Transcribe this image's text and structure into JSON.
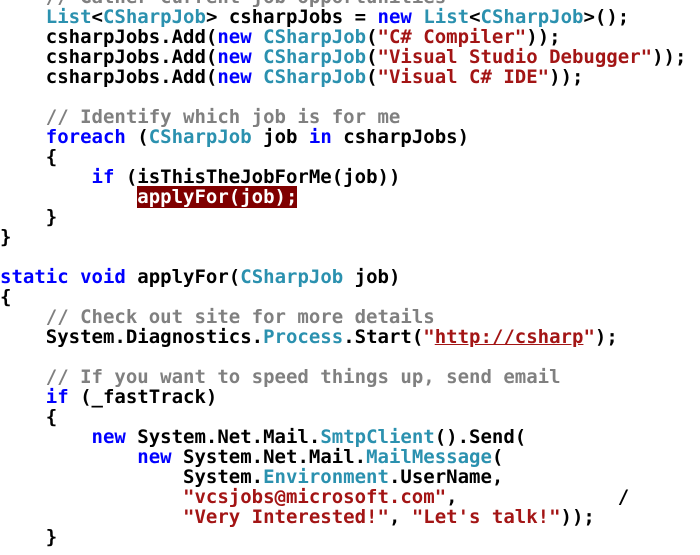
{
  "editor": {
    "lines": [
      [
        {
          "t": "    ",
          "k": "plain"
        },
        {
          "t": "// Gather current job opportunities",
          "k": "cmt"
        }
      ],
      [
        {
          "t": "    ",
          "k": "plain"
        },
        {
          "t": "List",
          "k": "type"
        },
        {
          "t": "<",
          "k": "plain"
        },
        {
          "t": "CSharpJob",
          "k": "type"
        },
        {
          "t": "> csharpJobs = ",
          "k": "plain"
        },
        {
          "t": "new",
          "k": "kw"
        },
        {
          "t": " ",
          "k": "plain"
        },
        {
          "t": "List",
          "k": "type"
        },
        {
          "t": "<",
          "k": "plain"
        },
        {
          "t": "CSharpJob",
          "k": "type"
        },
        {
          "t": ">();",
          "k": "plain"
        }
      ],
      [
        {
          "t": "    csharpJobs.Add(",
          "k": "plain"
        },
        {
          "t": "new",
          "k": "kw"
        },
        {
          "t": " ",
          "k": "plain"
        },
        {
          "t": "CSharpJob",
          "k": "type"
        },
        {
          "t": "(",
          "k": "plain"
        },
        {
          "t": "\"C# Compiler\"",
          "k": "str"
        },
        {
          "t": "));",
          "k": "plain"
        }
      ],
      [
        {
          "t": "    csharpJobs.Add(",
          "k": "plain"
        },
        {
          "t": "new",
          "k": "kw"
        },
        {
          "t": " ",
          "k": "plain"
        },
        {
          "t": "CSharpJob",
          "k": "type"
        },
        {
          "t": "(",
          "k": "plain"
        },
        {
          "t": "\"Visual Studio Debugger\"",
          "k": "str"
        },
        {
          "t": "));",
          "k": "plain"
        }
      ],
      [
        {
          "t": "    csharpJobs.Add(",
          "k": "plain"
        },
        {
          "t": "new",
          "k": "kw"
        },
        {
          "t": " ",
          "k": "plain"
        },
        {
          "t": "CSharpJob",
          "k": "type"
        },
        {
          "t": "(",
          "k": "plain"
        },
        {
          "t": "\"Visual C# IDE\"",
          "k": "str"
        },
        {
          "t": "));",
          "k": "plain"
        }
      ],
      [],
      [
        {
          "t": "    ",
          "k": "plain"
        },
        {
          "t": "// Identify which job is for me",
          "k": "cmt"
        }
      ],
      [
        {
          "t": "    ",
          "k": "plain"
        },
        {
          "t": "foreach",
          "k": "kw"
        },
        {
          "t": " (",
          "k": "plain"
        },
        {
          "t": "CSharpJob",
          "k": "type"
        },
        {
          "t": " job ",
          "k": "plain"
        },
        {
          "t": "in",
          "k": "kw"
        },
        {
          "t": " csharpJobs)",
          "k": "plain"
        }
      ],
      [
        {
          "t": "    {",
          "k": "plain"
        }
      ],
      [
        {
          "t": "        ",
          "k": "plain"
        },
        {
          "t": "if",
          "k": "kw"
        },
        {
          "t": " (isThisTheJobForMe(job))",
          "k": "plain"
        }
      ],
      [
        {
          "t": "            ",
          "k": "plain"
        },
        {
          "t": "applyFor(job);",
          "k": "hl"
        }
      ],
      [
        {
          "t": "    }",
          "k": "plain"
        }
      ],
      [
        {
          "t": "}",
          "k": "plain"
        }
      ],
      [],
      [
        {
          "t": "static",
          "k": "kw"
        },
        {
          "t": " ",
          "k": "plain"
        },
        {
          "t": "void",
          "k": "kw"
        },
        {
          "t": " applyFor(",
          "k": "plain"
        },
        {
          "t": "CSharpJob",
          "k": "type"
        },
        {
          "t": " job)",
          "k": "plain"
        }
      ],
      [
        {
          "t": "{",
          "k": "plain"
        }
      ],
      [
        {
          "t": "    ",
          "k": "plain"
        },
        {
          "t": "// Check out site for more details",
          "k": "cmt"
        }
      ],
      [
        {
          "t": "    System.Diagnostics.",
          "k": "plain"
        },
        {
          "t": "Process",
          "k": "type"
        },
        {
          "t": ".Start(",
          "k": "plain"
        },
        {
          "t": "\"",
          "k": "str"
        },
        {
          "t": "http://csharp",
          "k": "link"
        },
        {
          "t": "\"",
          "k": "str"
        },
        {
          "t": ");",
          "k": "plain"
        }
      ],
      [],
      [
        {
          "t": "    ",
          "k": "plain"
        },
        {
          "t": "// If you want to speed things up, send email",
          "k": "cmt"
        }
      ],
      [
        {
          "t": "    ",
          "k": "plain"
        },
        {
          "t": "if",
          "k": "kw"
        },
        {
          "t": " (_fastTrack)",
          "k": "plain"
        }
      ],
      [
        {
          "t": "    {",
          "k": "plain"
        }
      ],
      [
        {
          "t": "        ",
          "k": "plain"
        },
        {
          "t": "new",
          "k": "kw"
        },
        {
          "t": " System.Net.Mail.",
          "k": "plain"
        },
        {
          "t": "SmtpClient",
          "k": "type"
        },
        {
          "t": "().Send(",
          "k": "plain"
        }
      ],
      [
        {
          "t": "            ",
          "k": "plain"
        },
        {
          "t": "new",
          "k": "kw"
        },
        {
          "t": " System.Net.Mail.",
          "k": "plain"
        },
        {
          "t": "MailMessage",
          "k": "type"
        },
        {
          "t": "(",
          "k": "plain"
        }
      ],
      [
        {
          "t": "                System.",
          "k": "plain"
        },
        {
          "t": "Environment",
          "k": "type"
        },
        {
          "t": ".UserName,",
          "k": "plain"
        }
      ],
      [
        {
          "t": "                ",
          "k": "plain"
        },
        {
          "t": "\"vcsjobs@microsoft.com\"",
          "k": "str"
        },
        {
          "t": ",              /",
          "k": "plain"
        }
      ],
      [
        {
          "t": "                ",
          "k": "plain"
        },
        {
          "t": "\"Very Interested!\"",
          "k": "str"
        },
        {
          "t": ", ",
          "k": "plain"
        },
        {
          "t": "\"Let's talk!\"",
          "k": "str"
        },
        {
          "t": "));",
          "k": "plain"
        }
      ],
      [
        {
          "t": "    }",
          "k": "plain"
        }
      ]
    ]
  }
}
